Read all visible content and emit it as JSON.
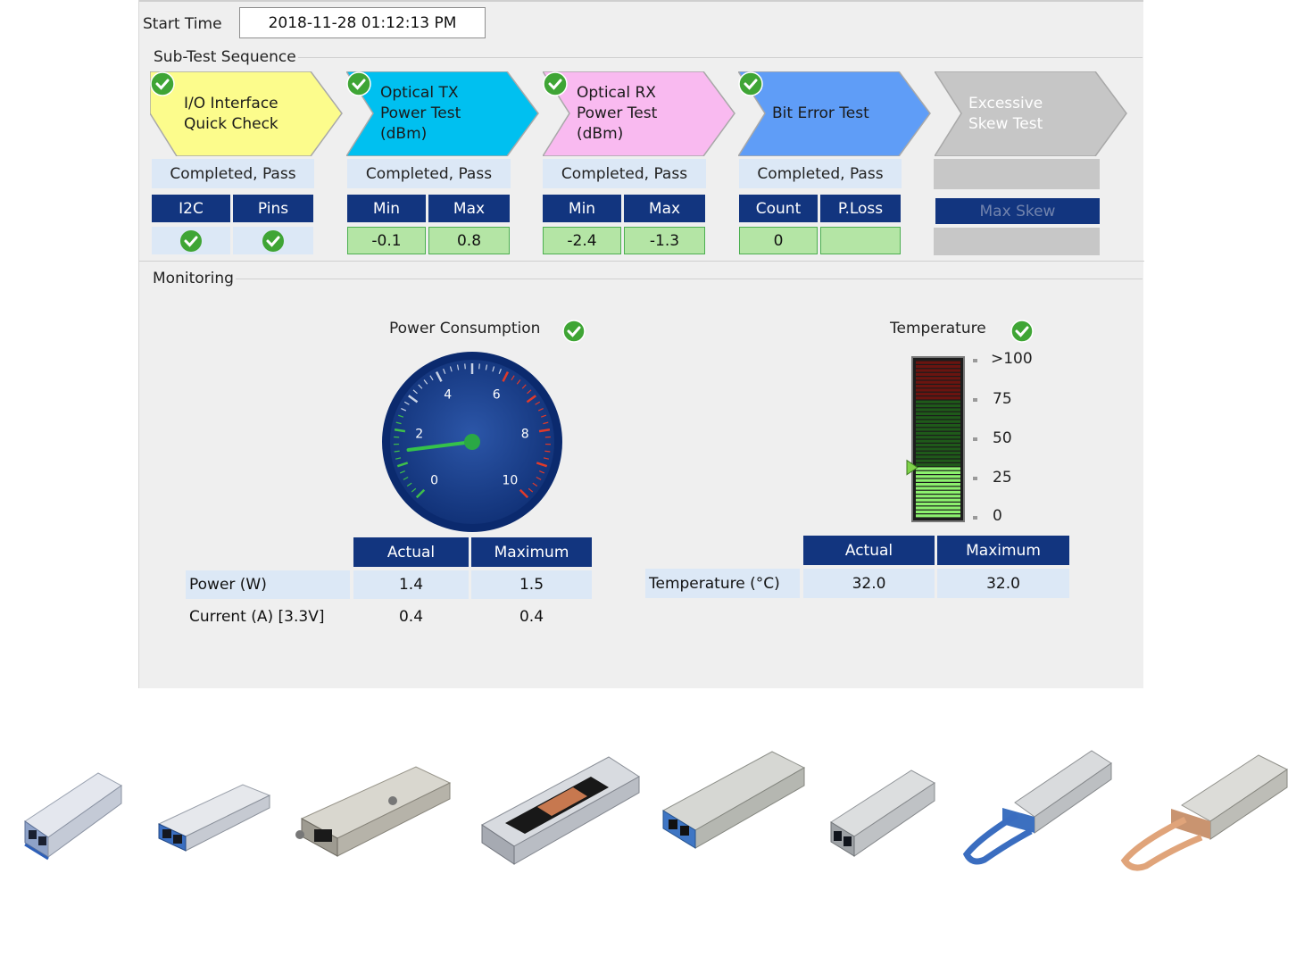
{
  "header": {
    "start_time_label": "Start Time",
    "start_time_value": "2018-11-28 01:12:13 PM"
  },
  "sequence": {
    "title": "Sub-Test Sequence",
    "stages": [
      {
        "name_lines": [
          "I/O Interface",
          "Quick Check"
        ],
        "color": "#fcfc8c",
        "status": "Completed, Pass",
        "passed": true,
        "columns": [
          "I2C",
          "Pins"
        ],
        "values": [
          "pass-icon",
          "pass-icon"
        ]
      },
      {
        "name_lines": [
          "Optical TX",
          "Power Test",
          "(dBm)"
        ],
        "color": "#00c0f0",
        "status": "Completed, Pass",
        "passed": true,
        "columns": [
          "Min",
          "Max"
        ],
        "values": [
          "-0.1",
          "0.8"
        ]
      },
      {
        "name_lines": [
          "Optical RX",
          "Power Test",
          "(dBm)"
        ],
        "color": "#f9baf0",
        "status": "Completed, Pass",
        "passed": true,
        "columns": [
          "Min",
          "Max"
        ],
        "values": [
          "-2.4",
          "-1.3"
        ]
      },
      {
        "name_lines": [
          "Bit Error Test"
        ],
        "color": "#5f9df7",
        "status": "Completed, Pass",
        "passed": true,
        "columns": [
          "Count",
          "P.Loss"
        ],
        "values": [
          "0",
          ""
        ]
      },
      {
        "name_lines": [
          "Excessive",
          "Skew Test"
        ],
        "color": "#c6c6c6",
        "status": "",
        "passed": false,
        "columns": [
          "Max Skew"
        ],
        "values": [
          ""
        ]
      }
    ]
  },
  "monitoring": {
    "title": "Monitoring",
    "power": {
      "title": "Power Consumption",
      "passed": true,
      "gauge": {
        "min": 0,
        "max": 10,
        "ticks": [
          "0",
          "2",
          "4",
          "6",
          "8",
          "10"
        ],
        "value": 1.4
      },
      "table": {
        "columns": [
          "Actual",
          "Maximum"
        ],
        "rows": [
          {
            "label": "Power (W)",
            "actual": "1.4",
            "maximum": "1.5"
          },
          {
            "label": "Current (A) [3.3V]",
            "actual": "0.4",
            "maximum": "0.4"
          }
        ]
      }
    },
    "temperature": {
      "title": "Temperature",
      "passed": true,
      "scale": [
        ">100",
        "75",
        "50",
        "25",
        "0"
      ],
      "value": 32.0,
      "table": {
        "columns": [
          "Actual",
          "Maximum"
        ],
        "rows": [
          {
            "label": "Temperature (°C)",
            "actual": "32.0",
            "maximum": "32.0"
          }
        ]
      }
    }
  },
  "modules": [
    "sfp-module",
    "xfp-module",
    "cfp-module",
    "cfp2-module",
    "cfp4-module",
    "sfp-plus-module",
    "qsfp-blue-module",
    "qsfp-tan-module"
  ]
}
